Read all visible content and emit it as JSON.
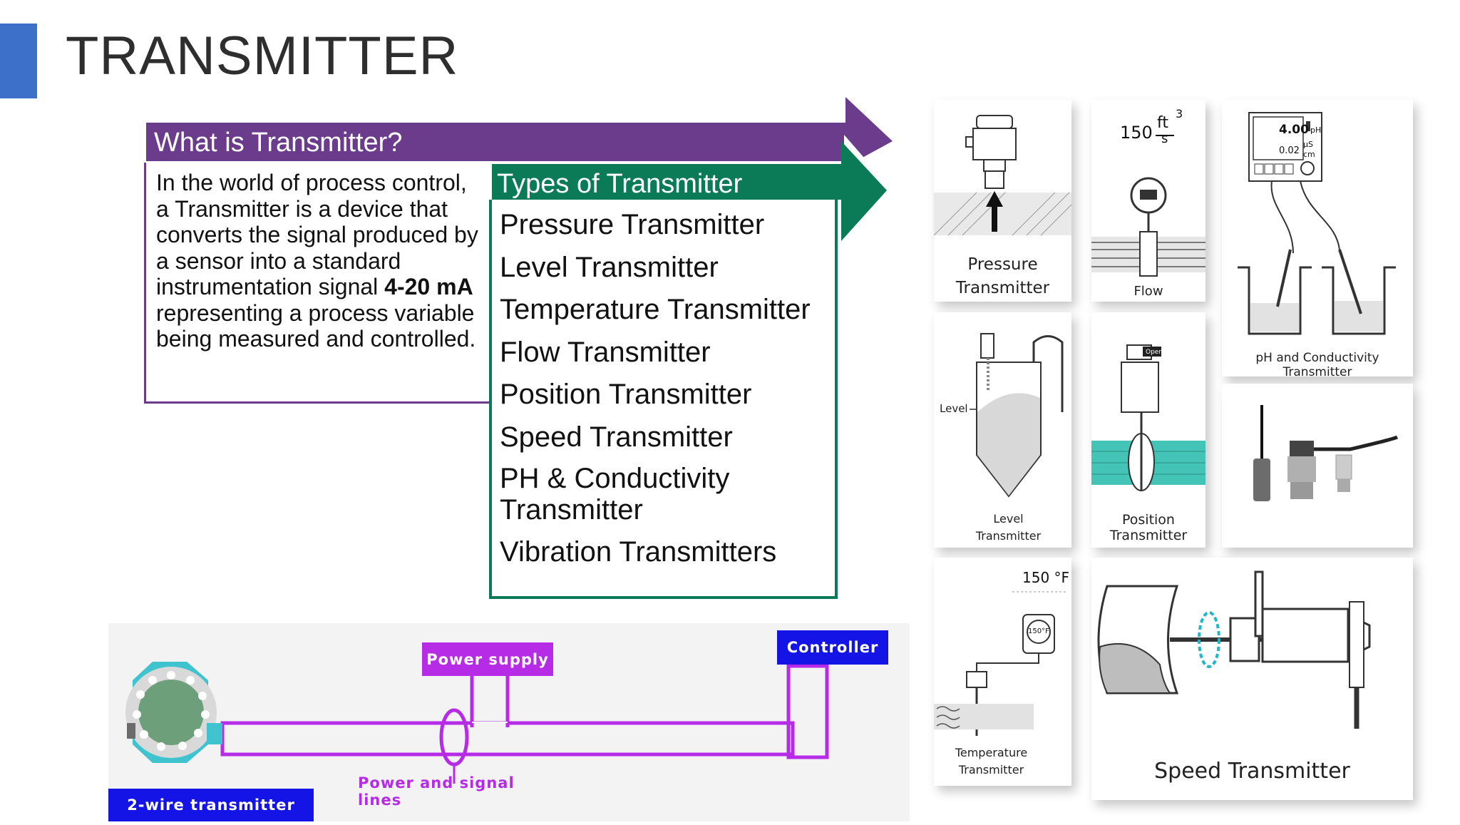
{
  "slide": {
    "title": "TRANSMITTER"
  },
  "definition": {
    "heading": "What is Transmitter?",
    "text_before_bold": "In the world of process control, a Transmitter is a device that converts the signal produced by a sensor into a standard instrumentation signal ",
    "bold_text": "4-20 mA",
    "text_after_bold": " representing a process variable being measured and controlled."
  },
  "types": {
    "heading": "Types of Transmitter",
    "items": [
      "Pressure Transmitter",
      "Level Transmitter",
      "Temperature Transmitter",
      "Flow Transmitter",
      "Position Transmitter",
      "Speed Transmitter",
      "PH & Conductivity Transmitter",
      "Vibration Transmitters"
    ]
  },
  "images": {
    "pressure": {
      "caption_line1": "Pressure",
      "caption_line2": "Transmitter"
    },
    "flow": {
      "caption": "Flow",
      "reading_value": "150",
      "reading_unit_top": "ft",
      "reading_unit_exp": "3",
      "reading_unit_bottom": "s"
    },
    "ph": {
      "caption": "pH and Conductivity Transmitter",
      "display_ph": "4.00",
      "display_ph_unit": "pH",
      "display_cond": "0.02",
      "display_cond_unit_top": "μS",
      "display_cond_unit_bottom": "cm"
    },
    "level": {
      "axis_label": "Level",
      "caption_line1": "Level",
      "caption_line2": "Transmitter"
    },
    "position": {
      "caption": "Position Transmitter",
      "tag": "Open"
    },
    "temperature": {
      "reading": "150 °F",
      "display": "150°F",
      "caption_line1": "Temperature",
      "caption_line2": "Transmitter"
    },
    "speed": {
      "caption": "Speed Transmitter"
    }
  },
  "wiring": {
    "power_supply": "Power supply",
    "controller": "Controller",
    "lines": "Power and signal lines",
    "transmitter": "2-wire transmitter"
  },
  "colors": {
    "accent_bar": "#3d70c8",
    "purple": "#6b3c8c",
    "green": "#0a7a57",
    "wire": "#b62be6",
    "label_blue": "#1414e6"
  }
}
